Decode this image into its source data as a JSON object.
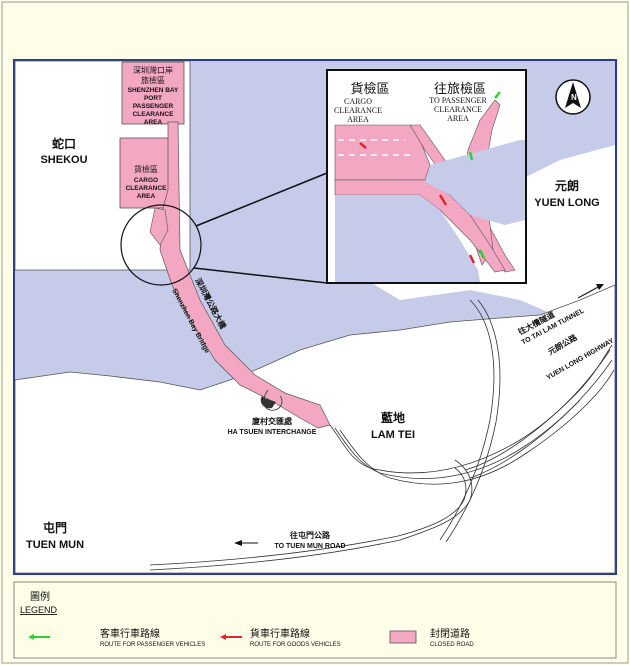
{
  "map": {
    "places": {
      "shekou_cn": "蛇口",
      "shekou_en": "SHEKOU",
      "yuen_long_cn": "元朗",
      "yuen_long_en": "YUEN LONG",
      "lam_tei_cn": "藍地",
      "lam_tei_en": "LAM TEI",
      "tuen_mun_cn": "屯門",
      "tuen_mun_en": "TUEN MUN"
    },
    "port_area": {
      "line1_cn": "深圳灣口岸",
      "line2_cn": "旅檢區",
      "line1_en": "SHENZHEN BAY",
      "line2_en": "PORT",
      "line3_en": "PASSENGER",
      "line4_en": "CLEARANCE",
      "line5_en": "AREA"
    },
    "cargo_area": {
      "line1_cn": "貨檢區",
      "line1_en": "CARGO",
      "line2_en": "CLEARANCE",
      "line3_en": "AREA"
    },
    "bridge": {
      "cn": "深圳灣公路大橋",
      "en": "Shenzhen Bay Bridge"
    },
    "interchange": {
      "cn": "廈村交匯處",
      "en": "HA TSUEN INTERCHANGE"
    },
    "roads": {
      "tai_lam_cn": "往大欖隧道",
      "tai_lam_en": "TO TAI LAM TUNNEL",
      "yuen_long_hwy_cn": "元朗公路",
      "yuen_long_hwy_en": "YUEN LONG HIGHWAY",
      "tuen_mun_road_cn": "往屯門公路",
      "tuen_mun_road_en": "TO TUEN MUN ROAD"
    },
    "compass": {
      "label": "N"
    },
    "inset": {
      "cargo_cn": "貨檢區",
      "cargo_en1": "CARGO",
      "cargo_en2": "CLEARANCE",
      "cargo_en3": "AREA",
      "passenger_cn": "往旅檢區",
      "passenger_en1": "TO PASSENGER",
      "passenger_en2": "CLEARANCE",
      "passenger_en3": "AREA"
    }
  },
  "legend": {
    "title_cn": "圖例",
    "title_en": "LEGEND",
    "items": [
      {
        "cn": "客車行車路線",
        "en": "ROUTE FOR PASSENGER VEHICLES",
        "color": "#2fd12f"
      },
      {
        "cn": "貨車行車路線",
        "en": "ROUTE FOR GOODS VEHICLES",
        "color": "#e0262c"
      },
      {
        "cn": "封閉道路",
        "en": "CLOSED ROAD",
        "color": "#f4a7c2"
      }
    ]
  },
  "colors": {
    "sea": "#c5cbe8",
    "land": "#ffffff",
    "closed_road": "#f4a7c2",
    "frame": "#2a3a9a",
    "page_bg": "#fefee8"
  }
}
